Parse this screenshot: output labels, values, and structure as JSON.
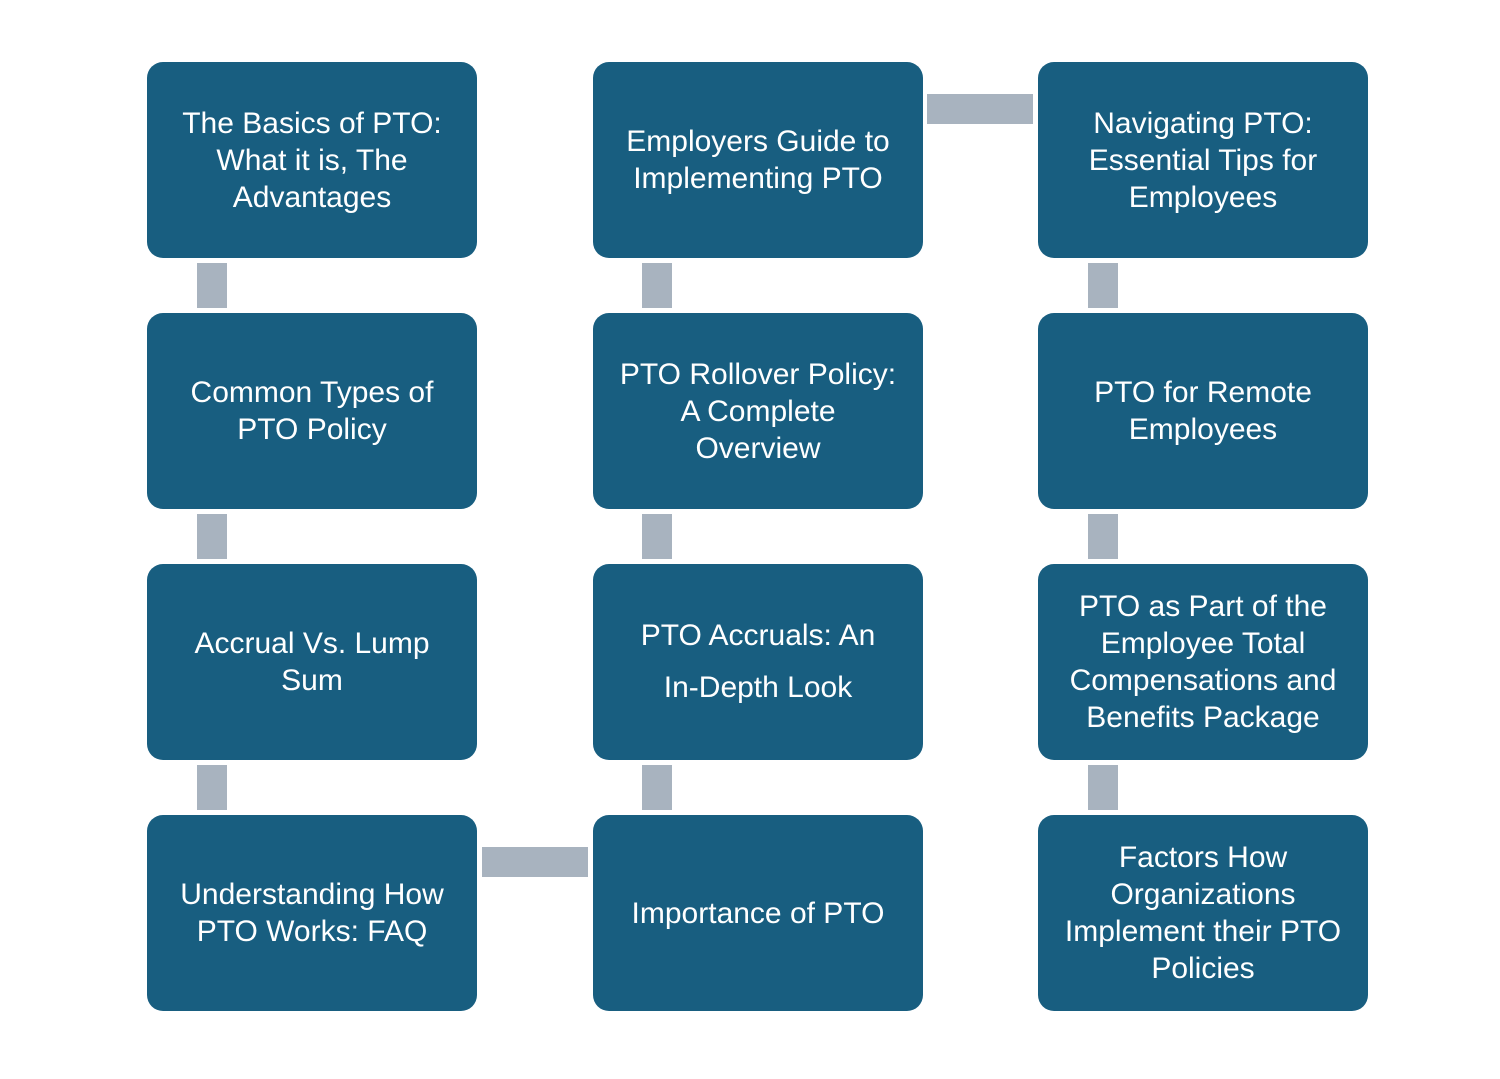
{
  "columns": [
    {
      "nodes": [
        {
          "label": "The Basics of PTO:\nWhat it is, The\nAdvantages"
        },
        {
          "label": "Common Types of\nPTO Policy"
        },
        {
          "label": "Accrual Vs. Lump\nSum"
        },
        {
          "label": "Understanding How\nPTO Works: FAQ"
        }
      ]
    },
    {
      "nodes": [
        {
          "label": "Employers Guide to\nImplementing PTO"
        },
        {
          "label": "PTO Rollover Policy:\nA Complete\nOverview"
        },
        {
          "label": "PTO Accruals: An\nIn-Depth Look"
        },
        {
          "label": "Importance of PTO"
        }
      ]
    },
    {
      "nodes": [
        {
          "label": "Navigating PTO:\nEssential Tips for\nEmployees"
        },
        {
          "label": "PTO for Remote\nEmployees"
        },
        {
          "label": "PTO as Part of the\nEmployee Total\nCompensations and\nBenefits Package"
        },
        {
          "label": "Factors How\nOrganizations\nImplement their PTO\nPolicies"
        }
      ]
    }
  ],
  "colors": {
    "node_fill": "#185e80",
    "node_text": "#ffffff",
    "connector": "#a8b3bf",
    "background": "#ffffff"
  }
}
